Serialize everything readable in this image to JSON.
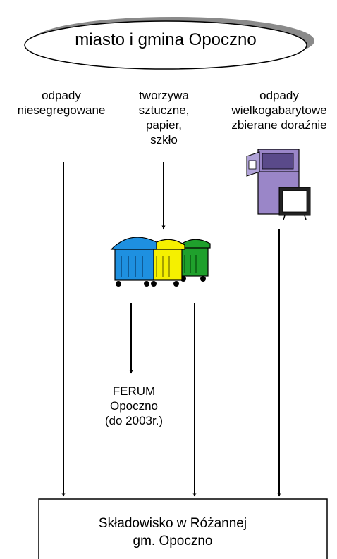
{
  "top_oval": {
    "label": "miasto i gmina Opoczno"
  },
  "sources": [
    {
      "label": "odpady\nniesegregowane"
    },
    {
      "label": "tworzywa\nsztuczne,\npapier,\nszkło"
    },
    {
      "label": "odpady\nwielkogabarytowe\nzbierane doraźnie"
    }
  ],
  "intermediate": {
    "label": "FERUM\nOpoczno\n(do 2003r.)"
  },
  "destination": {
    "label": "Składowisko w Różannej\ngm. Opoczno"
  },
  "colors": {
    "bin_blue": "#1e90e0",
    "bin_yellow": "#f5f000",
    "bin_green": "#1fa02c",
    "fridge": "#9a86c8",
    "oval_shadow": "#8a8a8a"
  }
}
